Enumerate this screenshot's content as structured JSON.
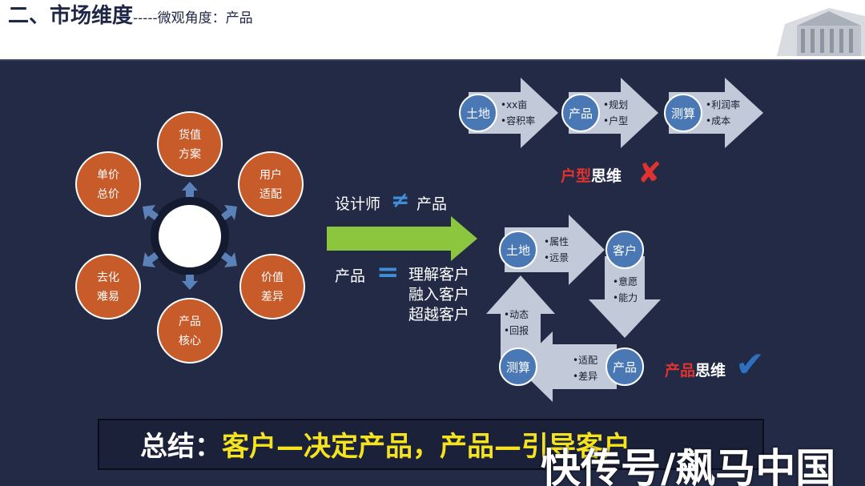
{
  "header": {
    "title_main": "二、市场维度",
    "title_sub": "-----微观角度：产品"
  },
  "radial": {
    "nodes": [
      {
        "line1": "货值",
        "line2": "方案"
      },
      {
        "line1": "用户",
        "line2": "适配"
      },
      {
        "line1": "价值",
        "line2": "差异"
      },
      {
        "line1": "产品",
        "line2": "核心"
      },
      {
        "line1": "去化",
        "line2": "难易"
      },
      {
        "line1": "单价",
        "line2": "总价"
      }
    ]
  },
  "middle": {
    "designer": "设计师",
    "neq": "≠",
    "product1": "产品",
    "product2": "产品",
    "eq": "=",
    "lines": [
      "理解客户",
      "融入客户",
      "超越客户"
    ]
  },
  "flow_top": {
    "steps": [
      {
        "label": "土地",
        "bullets": [
          "•xx亩",
          "•容积率"
        ]
      },
      {
        "label": "产品",
        "bullets": [
          "•规划",
          "•户型"
        ]
      },
      {
        "label": "测算",
        "bullets": [
          "•利润率",
          "•成本"
        ]
      }
    ],
    "verdict_red": "户型",
    "verdict_white": "思维",
    "verdict_mark": "✘"
  },
  "flow_cycle": {
    "land": "土地",
    "land_bullets": [
      "•属性",
      "•远景"
    ],
    "customer": "客户",
    "customer_bullets": [
      "•意愿",
      "•能力"
    ],
    "product": "产品",
    "product_bullets": [
      "•适配",
      "•差异"
    ],
    "calc": "测算",
    "calc_bullets": [
      "•动态",
      "•回报"
    ],
    "verdict_red": "产品",
    "verdict_white": "思维",
    "verdict_mark": "✔"
  },
  "summary": {
    "label": "总结：",
    "text": "客户—决定产品，产品—引导客户"
  },
  "watermark": "快传号/飙马中国",
  "colors": {
    "bg": "#232a46",
    "orange": "#c75b2a",
    "circle_blue": "#4a78b5",
    "arrow_gray": "#c2c9d8",
    "green": "#8cc63f",
    "yellow": "#f5e320",
    "red": "#e0332f",
    "check_blue": "#2e6fc0"
  }
}
